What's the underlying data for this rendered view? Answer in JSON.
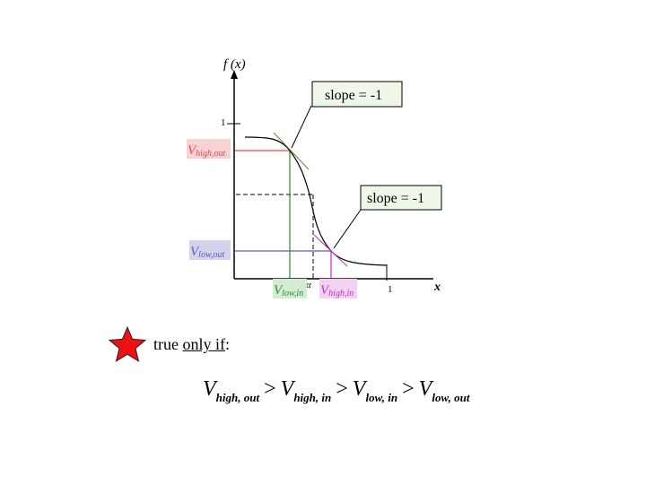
{
  "graph": {
    "y_axis_label": "f (x)",
    "x_axis_label": "x",
    "y_tick_one": "1",
    "x_tick_one": "1",
    "alpha_label": "α",
    "slope_label_top": "slope = -1",
    "slope_label_right": "slope = -1",
    "v_high_out": {
      "main": "V",
      "sub": "high,out"
    },
    "v_low_out": {
      "main": "V",
      "sub": "low,out"
    },
    "v_low_in": {
      "main": "V",
      "sub": "low,in"
    },
    "v_high_in": {
      "main": "V",
      "sub": "high,in"
    }
  },
  "colors": {
    "high_out": "#e34a4a",
    "low_out": "#5a5ac0",
    "low_in": "#2f8a2f",
    "high_in": "#c02fc0",
    "high_out_bg": "#f7d3d3",
    "low_out_bg": "#d3d3ec",
    "low_in_bg": "#d3ecd3",
    "high_in_bg": "#f1d3f1",
    "star": "#ee1111",
    "slope_box_bg": "#eef7e8"
  },
  "note": {
    "prefix": "true ",
    "underlined": "only if",
    "suffix": ":"
  },
  "inequality": {
    "terms": [
      {
        "main": "V",
        "sub": "high, out"
      },
      {
        "main": "V",
        "sub": "high, in"
      },
      {
        "main": "V",
        "sub": "low, in"
      },
      {
        "main": "V",
        "sub": "low, out"
      }
    ],
    "operator": ">"
  }
}
